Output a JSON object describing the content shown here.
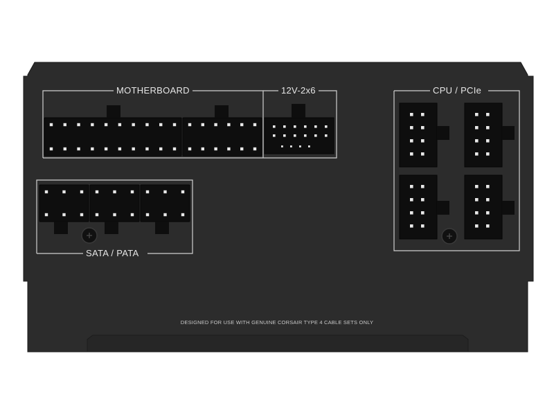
{
  "panel": {
    "groups": [
      {
        "id": "motherboard",
        "label": "MOTHERBOARD"
      },
      {
        "id": "12v",
        "label": "12V-2x6"
      },
      {
        "id": "sata",
        "label": "SATA / PATA"
      },
      {
        "id": "cpu",
        "label": "CPU / PCIe"
      }
    ],
    "footer_text": "DESIGNED FOR USE WITH GENUINE CORSAIR TYPE 4 CABLE SETS ONLY"
  },
  "colors": {
    "panel": "#2c2c2c",
    "panel_edge": "#1b1b1b",
    "connector": "#0e0e0e",
    "pin": "#e8e8e8",
    "silkscreen": "#d0d0d0"
  },
  "icons": [
    "screw-icon",
    "screw-icon"
  ]
}
